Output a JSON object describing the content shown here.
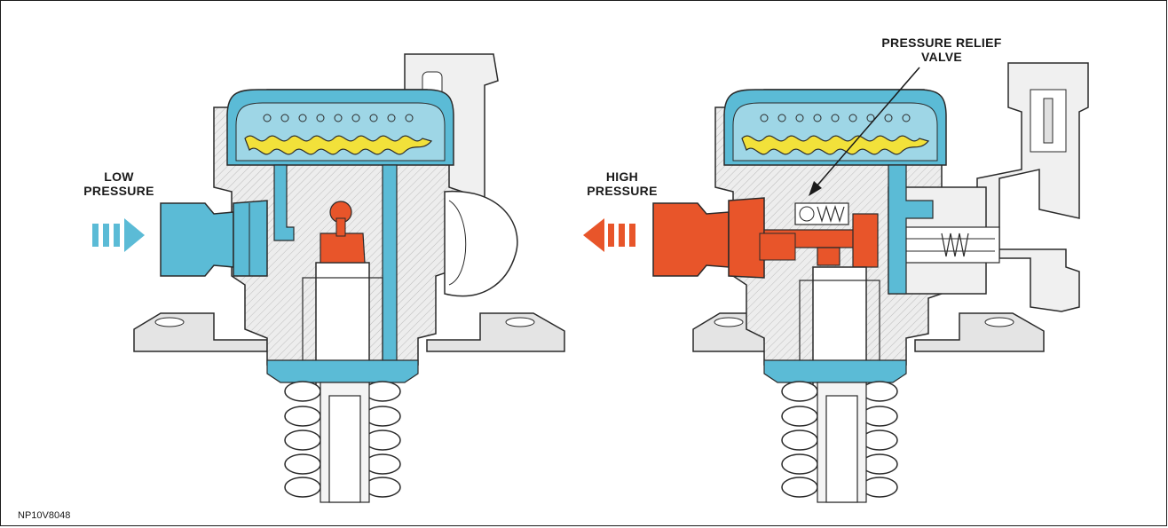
{
  "figure_code": "NP10V8048",
  "labels": {
    "low_pressure": [
      "LOW",
      "PRESSURE"
    ],
    "high_pressure": [
      "HIGH",
      "PRESSURE"
    ],
    "relief_valve": [
      "PRESSURE RELIEF",
      "VALVE"
    ]
  },
  "colors": {
    "low_pressure_fluid": "#5bbbd6",
    "high_pressure_fluid": "#e8552a",
    "damper_yellow": "#f2e13a",
    "body_gray": "#e6e6e6",
    "outline": "#2a2a2a"
  }
}
